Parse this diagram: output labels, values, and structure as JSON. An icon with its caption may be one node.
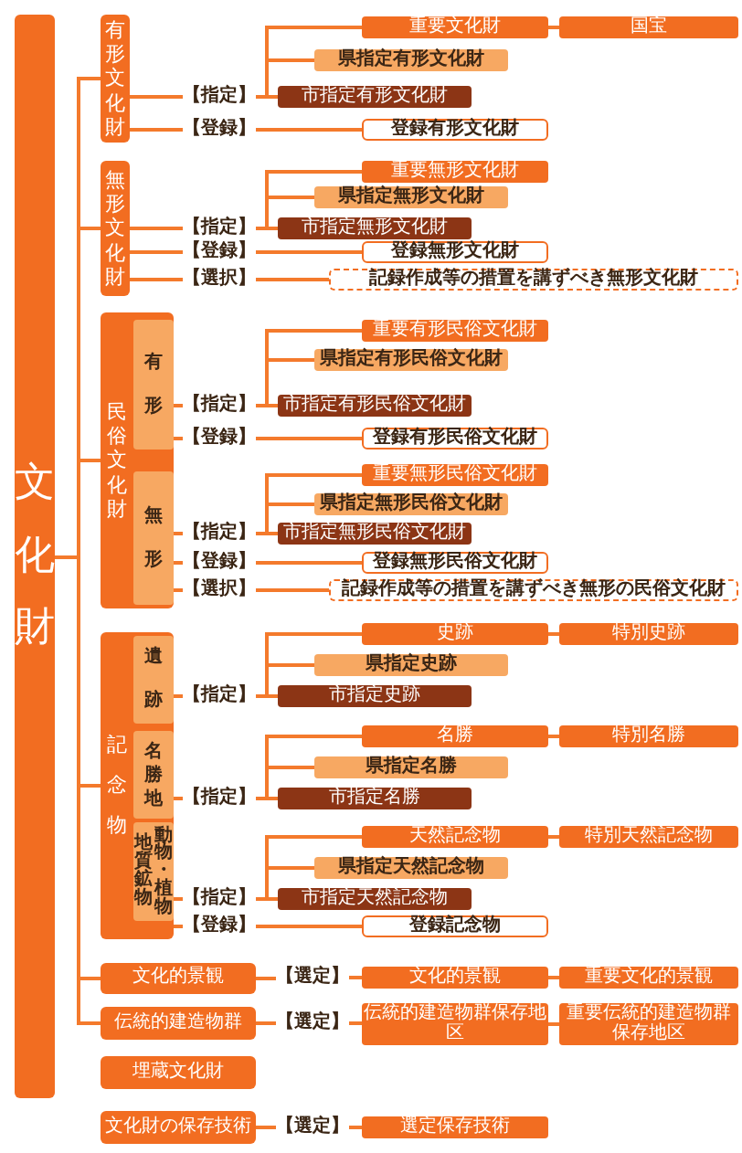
{
  "diagram": {
    "nodes": [
      {
        "text": [
          "文化財"
        ]
      },
      {
        "text": [
          "有形文化財"
        ]
      },
      {
        "text": [
          "【指定】"
        ]
      },
      {
        "text": [
          "重要文化財"
        ]
      },
      {
        "text": [
          "国宝"
        ]
      },
      {
        "text": [
          "県指定有形文化財"
        ]
      },
      {
        "text": [
          "市指定有形文化財"
        ]
      },
      {
        "text": [
          "【登録】"
        ]
      },
      {
        "text": [
          "登録有形文化財"
        ]
      },
      {
        "text": [
          "無形文化財"
        ]
      },
      {
        "text": [
          "【指定】"
        ]
      },
      {
        "text": [
          "重要無形文化財"
        ]
      },
      {
        "text": [
          "県指定無形文化財"
        ]
      },
      {
        "text": [
          "市指定無形文化財"
        ]
      },
      {
        "text": [
          "【登録】"
        ]
      },
      {
        "text": [
          "登録無形文化財"
        ]
      },
      {
        "text": [
          "【選択】"
        ]
      },
      {
        "text": [
          "記録作成等の措置を講ずべき無形文化財"
        ]
      },
      {
        "text": [
          "民俗文化財"
        ]
      },
      {
        "text": [
          "有形"
        ],
        "in": 18
      },
      {
        "text": [
          "【指定】"
        ]
      },
      {
        "text": [
          "重要有形民俗文化財"
        ]
      },
      {
        "text": [
          "県指定有形民俗文化財"
        ]
      },
      {
        "text": [
          "市指定有形民俗文化財"
        ]
      },
      {
        "text": [
          "【登録】"
        ]
      },
      {
        "text": [
          "登録有形民俗文化財"
        ]
      },
      {
        "text": [
          "無形"
        ],
        "in": 18
      },
      {
        "text": [
          "【指定】"
        ]
      },
      {
        "text": [
          "重要無形民俗文化財"
        ]
      },
      {
        "text": [
          "県指定無形民俗文化財"
        ]
      },
      {
        "text": [
          "市指定無形民俗文化財"
        ]
      },
      {
        "text": [
          "【登録】"
        ]
      },
      {
        "text": [
          "登録無形民俗文化財"
        ]
      },
      {
        "text": [
          "【選択】"
        ]
      },
      {
        "text": [
          "記録作成等の措置を講ずべき無形の民俗文化財"
        ]
      },
      {
        "text": [
          "記念物"
        ]
      },
      {
        "text": [
          "遺跡"
        ],
        "in": 35
      },
      {
        "text": [
          "【指定】"
        ]
      },
      {
        "text": [
          "史跡"
        ]
      },
      {
        "text": [
          "特別史跡"
        ]
      },
      {
        "text": [
          "県指定史跡"
        ]
      },
      {
        "text": [
          "市指定史跡"
        ]
      },
      {
        "text": [
          "名勝地"
        ],
        "in": 35
      },
      {
        "text": [
          "【指定】"
        ]
      },
      {
        "text": [
          "名勝"
        ]
      },
      {
        "text": [
          "特別名勝"
        ]
      },
      {
        "text": [
          "県指定名勝"
        ]
      },
      {
        "text": [
          "市指定名勝"
        ]
      },
      {
        "text": [
          "地質鉱物",
          "動物・植物"
        ],
        "in": 35
      },
      {
        "text": [
          "【指定】"
        ]
      },
      {
        "text": [
          "天然記念物"
        ]
      },
      {
        "text": [
          "特別天然記念物"
        ]
      },
      {
        "text": [
          "県指定天然記念物"
        ]
      },
      {
        "text": [
          "市指定天然記念物"
        ]
      },
      {
        "text": [
          "【登録】"
        ]
      },
      {
        "text": [
          "登録記念物"
        ]
      },
      {
        "text": [
          "文化的景観"
        ]
      },
      {
        "text": [
          "【選定】"
        ]
      },
      {
        "text": [
          "文化的景観"
        ]
      },
      {
        "text": [
          "重要文化的景観"
        ]
      },
      {
        "text": [
          "伝統的建造物群"
        ]
      },
      {
        "text": [
          "【選定】"
        ]
      },
      {
        "text": [
          "伝統的建造物群保存地区"
        ]
      },
      {
        "text": [
          "重要伝統的建造物群保存地区"
        ]
      },
      {
        "text": [
          "埋蔵文化財"
        ]
      },
      {
        "text": [
          "文化財の保存技術"
        ]
      },
      {
        "text": [
          "【選定】"
        ]
      },
      {
        "text": [
          "選定保存技術"
        ]
      }
    ],
    "edges": [
      {
        "from": 0,
        "to": 1,
        "arrow": "none"
      },
      {
        "from": 0,
        "to": 9,
        "arrow": "none"
      },
      {
        "from": 0,
        "to": 18,
        "arrow": "none"
      },
      {
        "from": 0,
        "to": 35,
        "arrow": "none"
      },
      {
        "from": 0,
        "to": 56,
        "arrow": "none"
      },
      {
        "from": 0,
        "to": 60,
        "arrow": "none"
      },
      {
        "from": 1,
        "to": 2,
        "arrow": "none"
      },
      {
        "from": 1,
        "to": 7,
        "arrow": "none"
      },
      {
        "from": 2,
        "to": 3,
        "arrow": "none"
      },
      {
        "from": 2,
        "to": 5,
        "arrow": "none"
      },
      {
        "from": 2,
        "to": 6,
        "arrow": "none"
      },
      {
        "from": 3,
        "to": 4,
        "arrow": "none"
      },
      {
        "from": 7,
        "to": 8,
        "arrow": "none"
      },
      {
        "from": 9,
        "to": 10,
        "arrow": "none"
      },
      {
        "from": 9,
        "to": 14,
        "arrow": "none"
      },
      {
        "from": 9,
        "to": 16,
        "arrow": "none"
      },
      {
        "from": 10,
        "to": 11,
        "arrow": "none"
      },
      {
        "from": 10,
        "to": 12,
        "arrow": "none"
      },
      {
        "from": 10,
        "to": 13,
        "arrow": "none"
      },
      {
        "from": 14,
        "to": 15,
        "arrow": "none"
      },
      {
        "from": 16,
        "to": 17,
        "arrow": "none"
      },
      {
        "from": 19,
        "to": 20,
        "arrow": "none"
      },
      {
        "from": 19,
        "to": 24,
        "arrow": "none"
      },
      {
        "from": 20,
        "to": 21,
        "arrow": "none"
      },
      {
        "from": 20,
        "to": 22,
        "arrow": "none"
      },
      {
        "from": 20,
        "to": 23,
        "arrow": "none"
      },
      {
        "from": 24,
        "to": 25,
        "arrow": "none"
      },
      {
        "from": 26,
        "to": 27,
        "arrow": "none"
      },
      {
        "from": 26,
        "to": 31,
        "arrow": "none"
      },
      {
        "from": 26,
        "to": 33,
        "arrow": "none"
      },
      {
        "from": 27,
        "to": 28,
        "arrow": "none"
      },
      {
        "from": 27,
        "to": 29,
        "arrow": "none"
      },
      {
        "from": 27,
        "to": 30,
        "arrow": "none"
      },
      {
        "from": 31,
        "to": 32,
        "arrow": "none"
      },
      {
        "from": 33,
        "to": 34,
        "arrow": "none"
      },
      {
        "from": 36,
        "to": 37,
        "arrow": "none"
      },
      {
        "from": 37,
        "to": 38,
        "arrow": "none"
      },
      {
        "from": 37,
        "to": 40,
        "arrow": "none"
      },
      {
        "from": 37,
        "to": 41,
        "arrow": "none"
      },
      {
        "from": 38,
        "to": 39,
        "arrow": "none"
      },
      {
        "from": 42,
        "to": 43,
        "arrow": "none"
      },
      {
        "from": 43,
        "to": 44,
        "arrow": "none"
      },
      {
        "from": 43,
        "to": 46,
        "arrow": "none"
      },
      {
        "from": 43,
        "to": 47,
        "arrow": "none"
      },
      {
        "from": 44,
        "to": 45,
        "arrow": "none"
      },
      {
        "from": 48,
        "to": 49,
        "arrow": "none"
      },
      {
        "from": 49,
        "to": 50,
        "arrow": "none"
      },
      {
        "from": 49,
        "to": 52,
        "arrow": "none"
      },
      {
        "from": 49,
        "to": 53,
        "arrow": "none"
      },
      {
        "from": 50,
        "to": 51,
        "arrow": "none"
      },
      {
        "from": 35,
        "to": 54,
        "arrow": "none"
      },
      {
        "from": 54,
        "to": 55,
        "arrow": "none"
      },
      {
        "from": 56,
        "to": 57,
        "arrow": "none"
      },
      {
        "from": 57,
        "to": 58,
        "arrow": "none"
      },
      {
        "from": 58,
        "to": 59,
        "arrow": "none"
      },
      {
        "from": 60,
        "to": 61,
        "arrow": "none"
      },
      {
        "from": 61,
        "to": 62,
        "arrow": "none"
      },
      {
        "from": 62,
        "to": 63,
        "arrow": "none"
      },
      {
        "from": 65,
        "to": 66,
        "arrow": "none"
      },
      {
        "from": 66,
        "to": 67,
        "arrow": "none"
      }
    ]
  }
}
